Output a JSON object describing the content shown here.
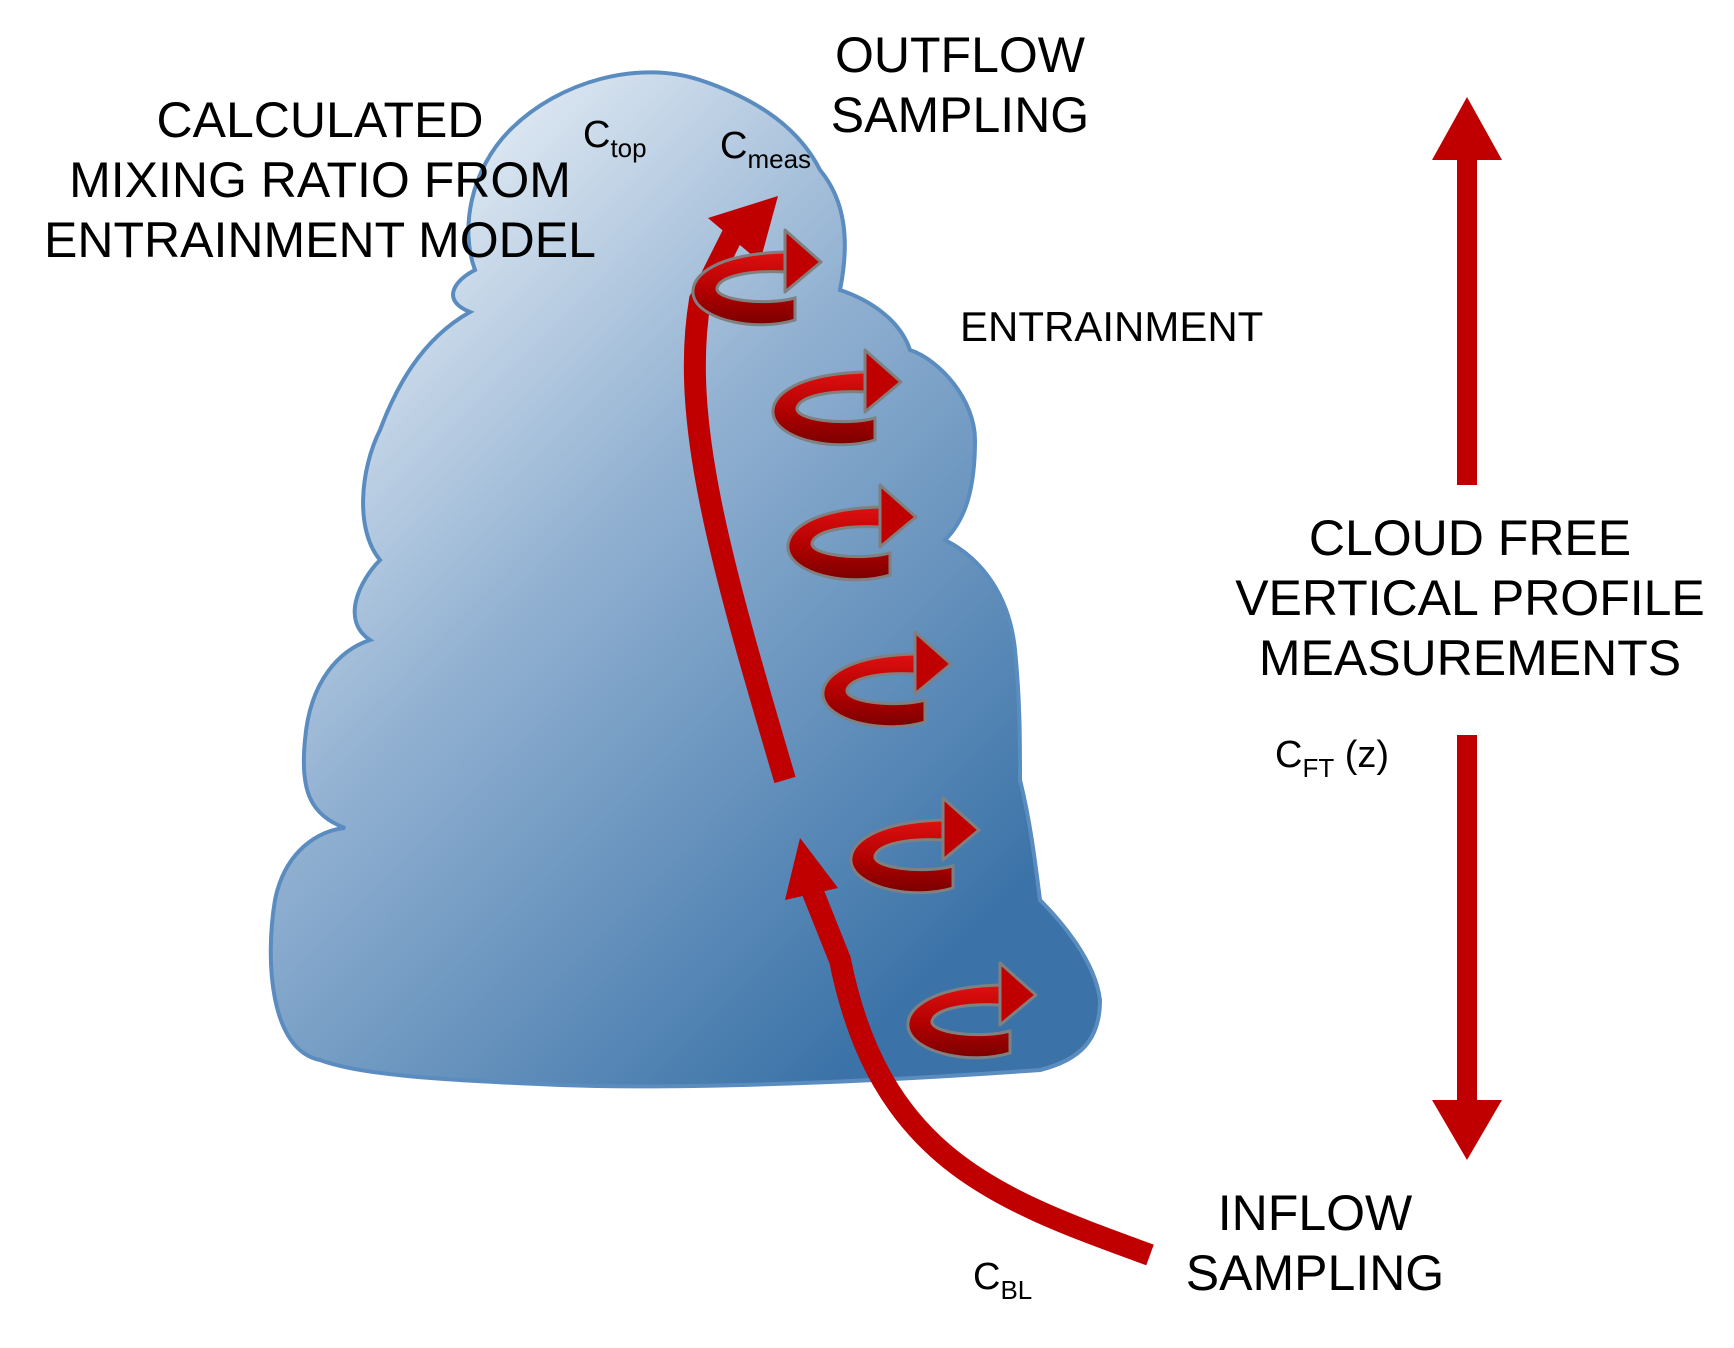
{
  "labels": {
    "calculated": [
      "CALCULATED",
      "MIXING RATIO FROM",
      "ENTRAINMENT MODEL"
    ],
    "outflow": [
      "OUTFLOW",
      "SAMPLING"
    ],
    "entrainment": "ENTRAINMENT",
    "cloud_free": [
      "CLOUD FREE",
      "VERTICAL PROFILE",
      "MEASUREMENTS"
    ],
    "inflow": [
      "INFLOW",
      "SAMPLING"
    ]
  },
  "symbols": {
    "c_top": {
      "base": "C",
      "sub": "top"
    },
    "c_meas": {
      "base": "C",
      "sub": "meas"
    },
    "c_ft": {
      "base": "C",
      "sub": "FT",
      "suffix": " (z)"
    },
    "c_bl": {
      "base": "C",
      "sub": "BL"
    }
  },
  "colors": {
    "arrow_red": "#c00000",
    "cloud_light": "#eef3fa",
    "cloud_dark": "#3b73a8",
    "cloud_outline": "#5a8cc0"
  }
}
